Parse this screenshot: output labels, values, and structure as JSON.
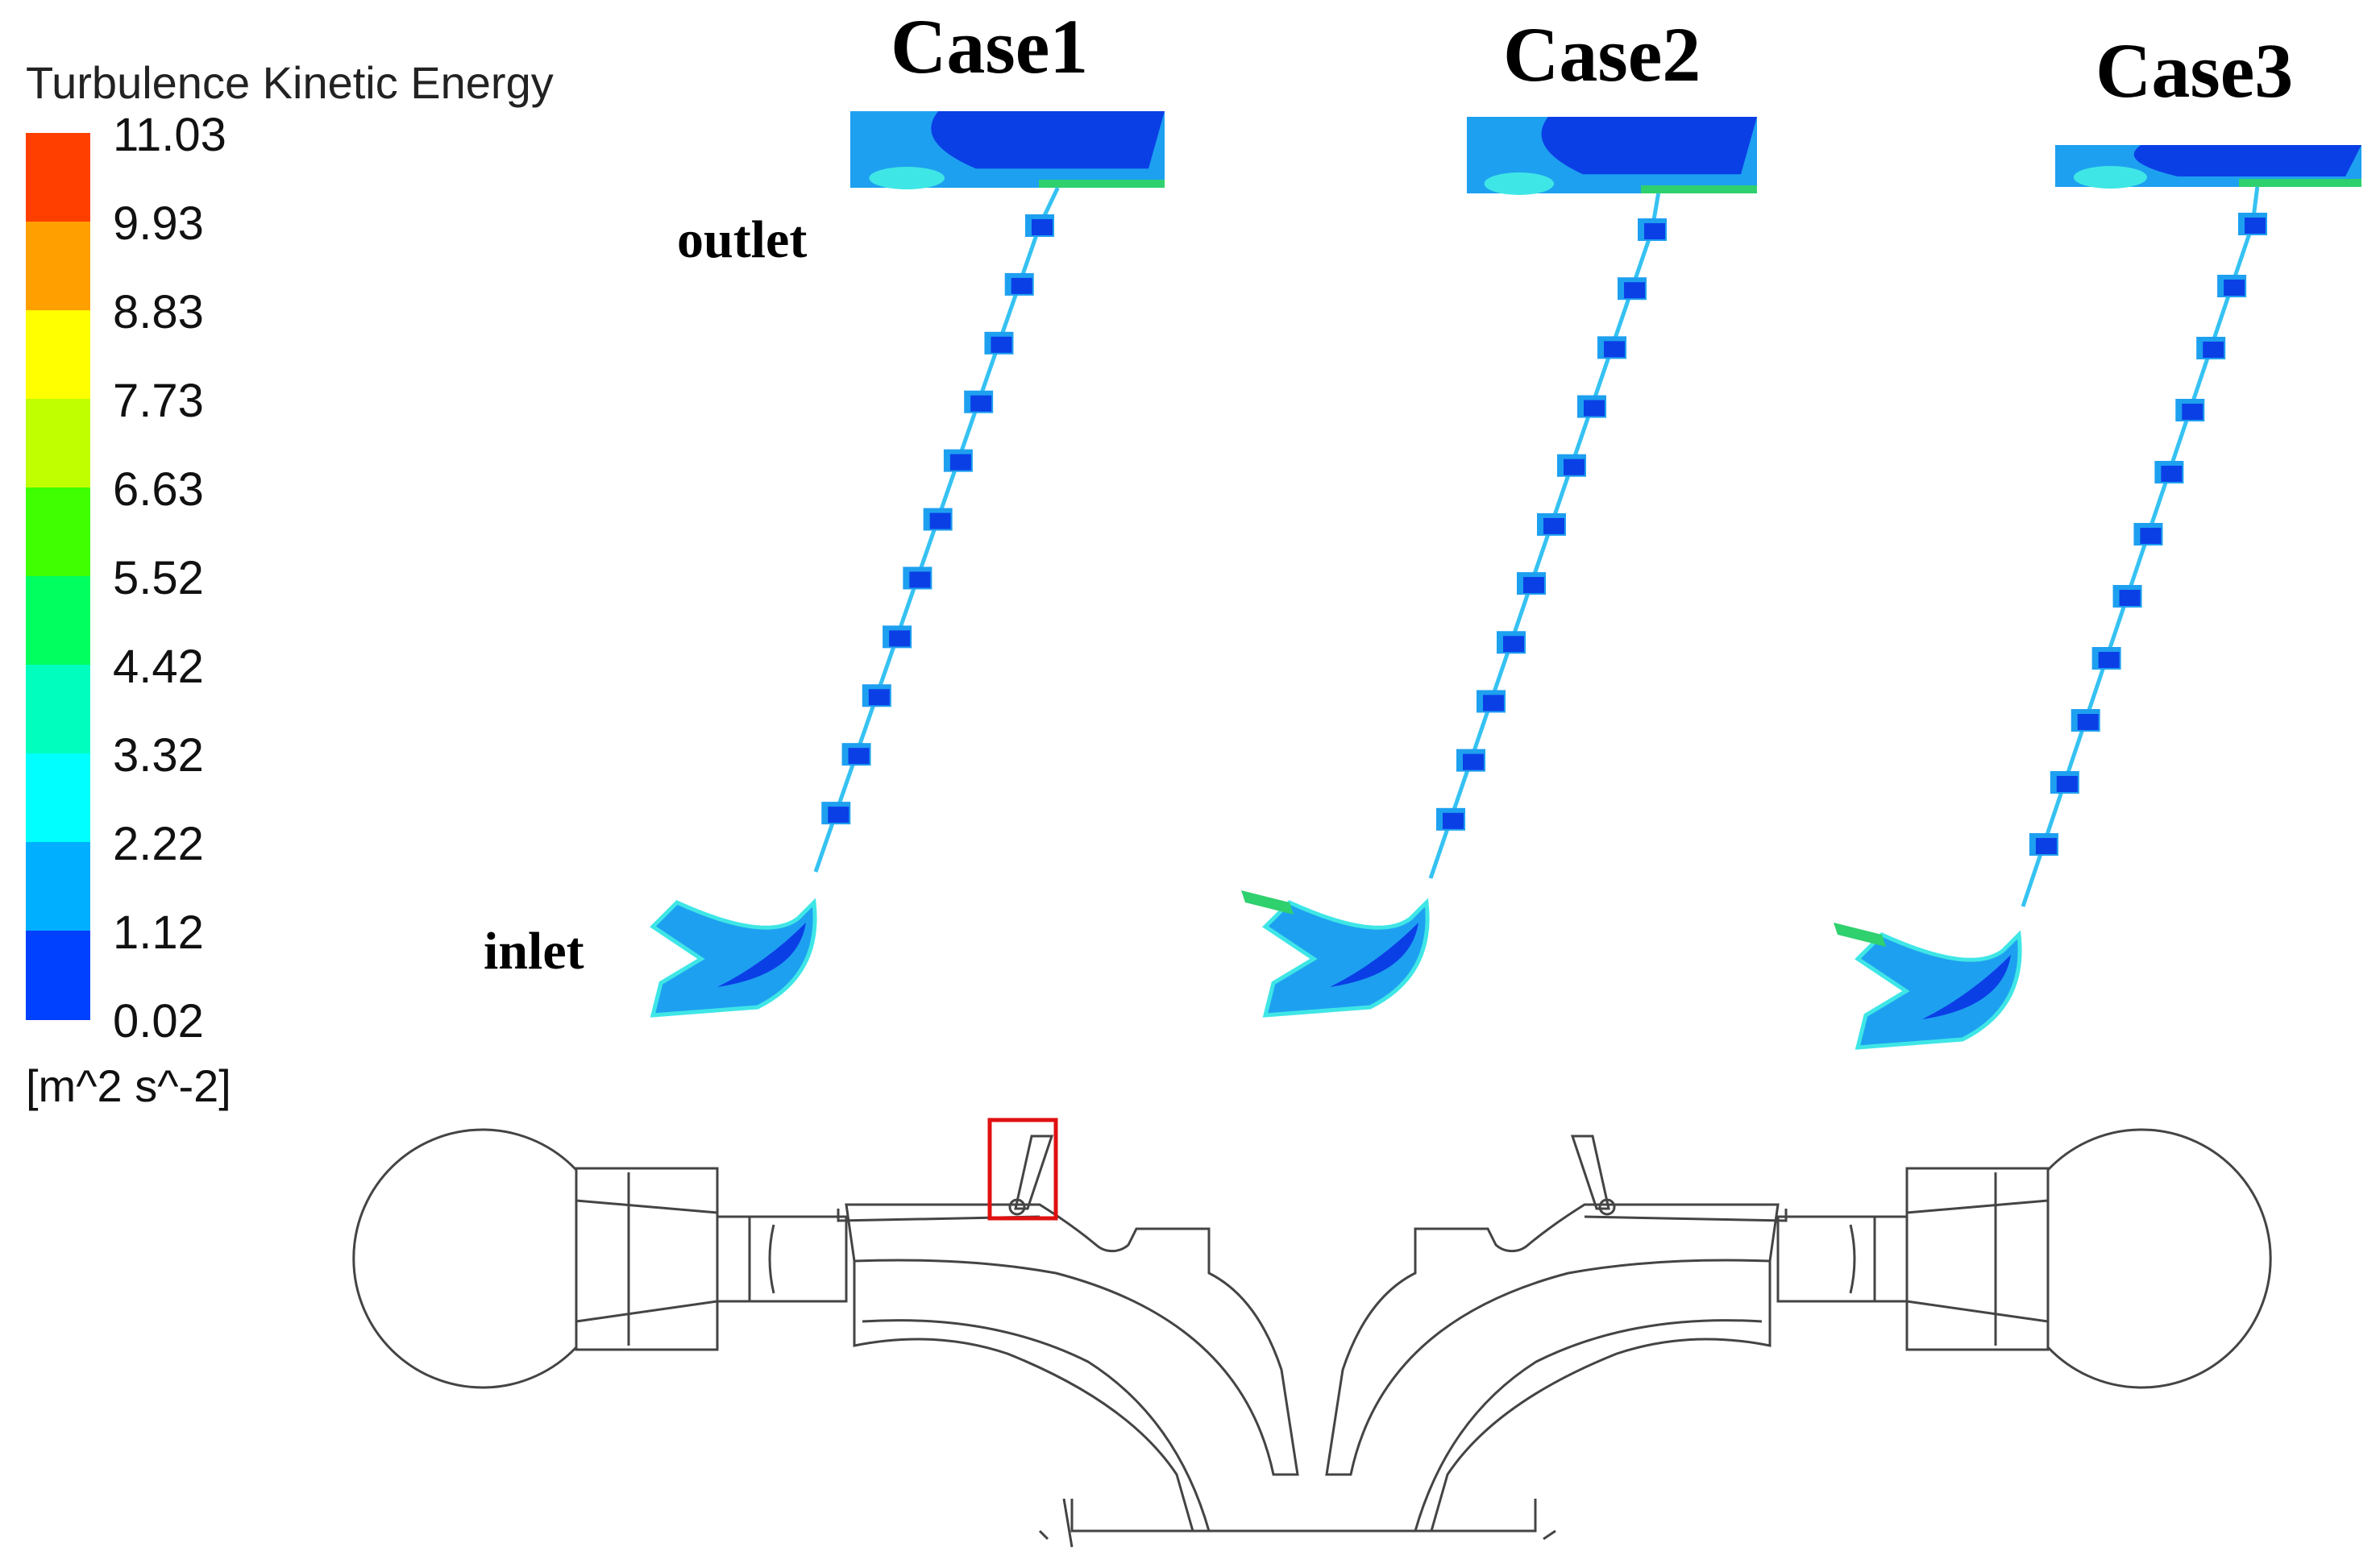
{
  "legend": {
    "title": "Turbulence Kinetic Energy",
    "unit": "[m^2 s^-2]",
    "ticks": [
      "11.03",
      "9.93",
      "8.83",
      "7.73",
      "6.63",
      "5.52",
      "4.42",
      "3.32",
      "2.22",
      "1.12",
      "0.02"
    ],
    "colors": [
      "#ff3f00",
      "#ff9f00",
      "#ffff00",
      "#bfff00",
      "#3fff00",
      "#00ff5f",
      "#00ffbf",
      "#00ffff",
      "#00afff",
      "#0040ff"
    ]
  },
  "cases": [
    {
      "title": "Case1"
    },
    {
      "title": "Case2"
    },
    {
      "title": "Case3"
    }
  ],
  "labels": {
    "outlet": "outlet",
    "inlet": "inlet"
  },
  "palette": {
    "dark_blue": "#0b3fe6",
    "mid_blue": "#1ea0f0",
    "light_blue": "#35c2f2",
    "cyan": "#3fe6e6",
    "green": "#2fd06e",
    "highlight_box": "#e01010",
    "line": "#444444"
  }
}
